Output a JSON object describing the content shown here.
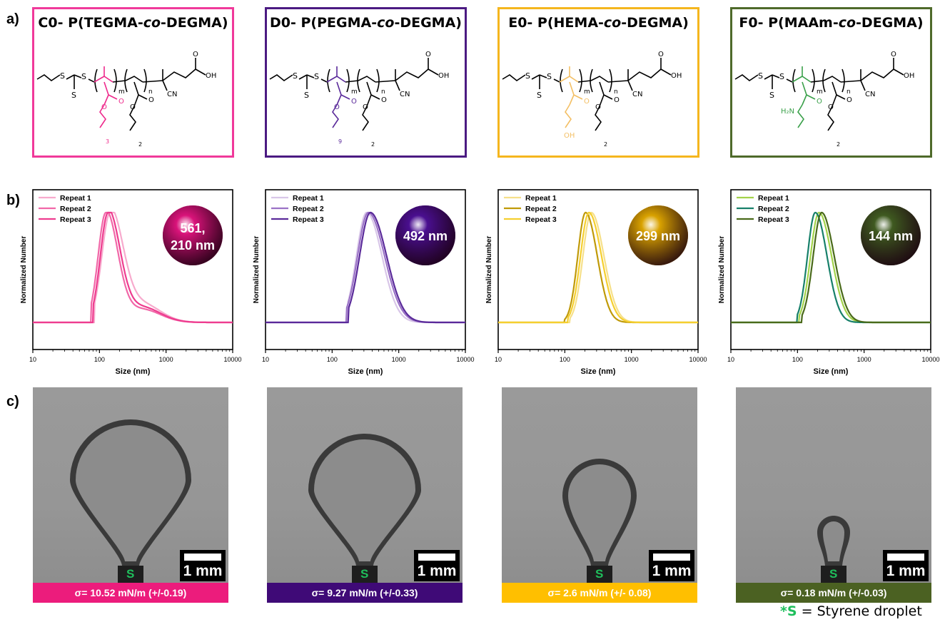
{
  "panel_labels": {
    "a": "a)",
    "b": "b)",
    "c": "c)"
  },
  "panels": [
    {
      "id": "C0",
      "title_prefix": "C0- P(TEGMA-",
      "title_italic": "co",
      "title_suffix": "-DEGMA)",
      "color": "#f0399a",
      "comonomer_color": "#ee2a8c",
      "comonomer_repeat": "3",
      "particle_label": "561, 210 nm",
      "particle_line1": "561,",
      "particle_line2": "210 nm",
      "particle_color": "#d9137a",
      "sigma_label": "σ= 10.52 mN/m (+/-0.19)",
      "sigma_color": "#ec1c7c"
    },
    {
      "id": "D0",
      "title_prefix": "D0- P(PEGMA-",
      "title_italic": "co",
      "title_suffix": "-DEGMA)",
      "color": "#4b1a82",
      "comonomer_color": "#5a2a9a",
      "comonomer_repeat": "9",
      "particle_label": "492 nm",
      "particle_line1": "492 nm",
      "particle_line2": "",
      "particle_color": "#4a0f90",
      "sigma_label": "σ= 9.27 mN/m (+/-0.33)",
      "sigma_color": "#3f0a77"
    },
    {
      "id": "E0",
      "title_prefix": "E0- P(HEMA-",
      "title_italic": "co",
      "title_suffix": "-DEGMA)",
      "color": "#f5b61e",
      "comonomer_color": "#f3bf64",
      "comonomer_repeat": "",
      "particle_label": "299 nm",
      "particle_line1": "299 nm",
      "particle_line2": "",
      "particle_color": "#d9a200",
      "sigma_label": "σ= 2.6 mN/m (+/- 0.08)",
      "sigma_color": "#ffbf00"
    },
    {
      "id": "F0",
      "title_prefix": "F0- P(MAAm-",
      "title_italic": "co",
      "title_suffix": "-DEGMA)",
      "color": "#4e6a2a",
      "comonomer_color": "#3aa04a",
      "comonomer_repeat": "",
      "particle_label": "144 nm",
      "particle_line1": "144 nm",
      "particle_line2": "",
      "particle_color": "#3f5a20",
      "sigma_label": "σ= 0.18 mN/m (+/-0.03)",
      "sigma_color": "#4b6122"
    }
  ],
  "structure_text": {
    "m": "m",
    "n": "n",
    "cn": "CN",
    "oh": "OH",
    "o": "O",
    "s": "S",
    "degma_repeat": "2",
    "amide": "H₂N",
    "hema_oh": "OH"
  },
  "photo": {
    "scale_label": "1 mm",
    "s_label": "S"
  },
  "footnote": {
    "star": "*S",
    "text": " = Styrene droplet"
  },
  "chart_data": [
    {
      "type": "line",
      "title": "",
      "xlabel": "Size (nm)",
      "ylabel": "Normalized Number",
      "xscale": "log",
      "xlim": [
        10,
        10000
      ],
      "ylim": [
        0,
        1
      ],
      "xticks": [
        "10",
        "100",
        "1000",
        "10000"
      ],
      "legend": "top-left",
      "series": [
        {
          "name": "Repeat 1",
          "color": "#f7aacd",
          "peak": 145,
          "width": 0.14,
          "tail": 0.17,
          "tail_center": 430,
          "x_start": 85
        },
        {
          "name": "Repeat 2",
          "color": "#f167a8",
          "peak": 125,
          "width": 0.13,
          "tail": 0.12,
          "tail_center": 430,
          "x_start": 75
        },
        {
          "name": "Repeat 3",
          "color": "#ee3c8f",
          "peak": 135,
          "width": 0.13,
          "tail": 0.14,
          "tail_center": 430,
          "x_start": 80
        }
      ]
    },
    {
      "type": "line",
      "title": "",
      "xlabel": "Size (nm)",
      "ylabel": "Normalized Number",
      "xscale": "log",
      "xlim": [
        10,
        10000
      ],
      "ylim": [
        0,
        1
      ],
      "xticks": [
        "10",
        "100",
        "1000",
        "10000"
      ],
      "legend": "top-left",
      "series": [
        {
          "name": "Repeat 1",
          "color": "#d8c6e8",
          "peak": 330,
          "width": 0.17,
          "tail": 0,
          "tail_center": 0,
          "x_start": 170
        },
        {
          "name": "Repeat 2",
          "color": "#9a72c6",
          "peak": 350,
          "width": 0.18,
          "tail": 0,
          "tail_center": 0,
          "x_start": 165
        },
        {
          "name": "Repeat 3",
          "color": "#5a2a9a",
          "peak": 375,
          "width": 0.18,
          "tail": 0,
          "tail_center": 0,
          "x_start": 175
        }
      ]
    },
    {
      "type": "line",
      "title": "",
      "xlabel": "Size (nm)",
      "ylabel": "Normalized Number",
      "xscale": "log",
      "xlim": [
        10,
        10000
      ],
      "ylim": [
        0,
        1
      ],
      "xticks": [
        "10",
        "100",
        "1000",
        "10000"
      ],
      "legend": "top-left",
      "series": [
        {
          "name": "Repeat 1",
          "color": "#f6e08a",
          "peak": 250,
          "width": 0.14,
          "tail": 0,
          "tail_center": 0,
          "x_start": 120
        },
        {
          "name": "Repeat 2",
          "color": "#c09a08",
          "peak": 205,
          "width": 0.13,
          "tail": 0,
          "tail_center": 0,
          "x_start": 100
        },
        {
          "name": "Repeat 3",
          "color": "#f5cf2f",
          "peak": 230,
          "width": 0.14,
          "tail": 0,
          "tail_center": 0,
          "x_start": 110
        }
      ]
    },
    {
      "type": "line",
      "title": "",
      "xlabel": "Size (nm)",
      "ylabel": "Normalized Number",
      "xscale": "log",
      "xlim": [
        10,
        10000
      ],
      "ylim": [
        0,
        1
      ],
      "xticks": [
        "10",
        "100",
        "1000",
        "10000"
      ],
      "legend": "top-left",
      "series": [
        {
          "name": "Repeat 1",
          "color": "#a3d34a",
          "peak": 210,
          "width": 0.14,
          "tail": 0,
          "tail_center": 0,
          "x_start": 105
        },
        {
          "name": "Repeat 2",
          "color": "#17806a",
          "peak": 185,
          "width": 0.13,
          "tail": 0,
          "tail_center": 0,
          "x_start": 100
        },
        {
          "name": "Repeat 3",
          "color": "#4a6a1a",
          "peak": 230,
          "width": 0.14,
          "tail": 0,
          "tail_center": 0,
          "x_start": 115
        }
      ]
    }
  ]
}
